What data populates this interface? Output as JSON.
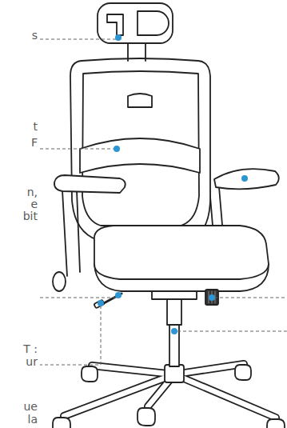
{
  "diagram": {
    "labels": [
      "s",
      "t",
      "F",
      "n,",
      "e",
      "bit",
      "T :",
      "ur",
      "ue",
      "la"
    ]
  }
}
